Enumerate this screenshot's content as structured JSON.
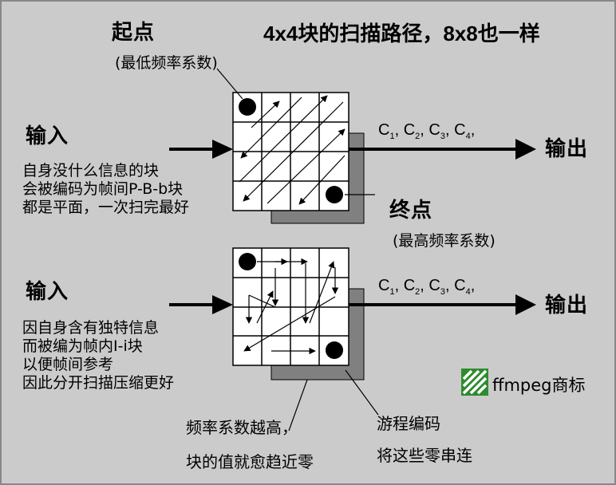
{
  "title": "4x4块的扫描路径，8x8也一样",
  "top_block": {
    "start_label": "起点",
    "start_note": "(最低频率系数)",
    "input_label": "输入",
    "input_desc": [
      "自身没什么信息的块",
      "会被编码为帧间P-B-b块",
      "都是平面，一次扫完最好"
    ],
    "output_label": "输出",
    "sequence_base": "C",
    "sequence_indices": [
      "1",
      "2",
      "3",
      "4"
    ],
    "end_label": "终点",
    "end_note": "(最高频率系数)"
  },
  "bottom_block": {
    "input_label": "输入",
    "input_desc": [
      "因自身含有独特信息",
      "而被编为帧内I-i块",
      "以便帧间参考",
      "因此分开扫描压缩更好"
    ],
    "output_label": "输出",
    "sequence_base": "C",
    "sequence_indices": [
      "1",
      "2",
      "3",
      "4"
    ]
  },
  "notes": {
    "high_freq": [
      "频率系数越高，",
      "块的值就愈趋近零"
    ],
    "rle": [
      "游程编码",
      "将这些零串连"
    ]
  },
  "logo": {
    "text": "ffmpeg商标",
    "color": "#2e8b2e"
  }
}
